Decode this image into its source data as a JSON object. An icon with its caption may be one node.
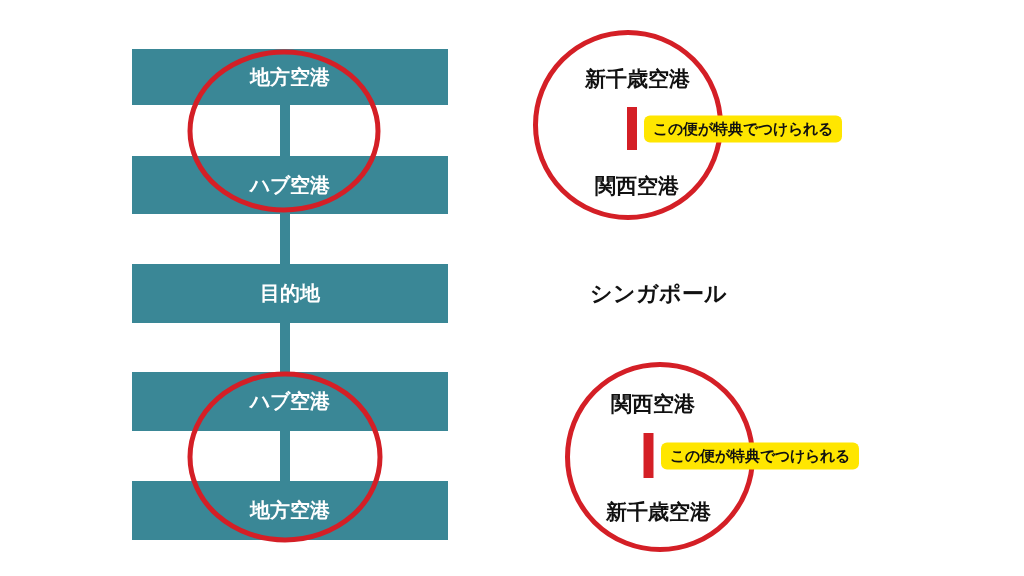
{
  "diagram": {
    "nodes": [
      {
        "text": [
          "地方空港"
        ]
      },
      {
        "text": [
          "ハブ空港"
        ]
      },
      {
        "text": [
          "目的地"
        ]
      },
      {
        "text": [
          "ハブ空港"
        ]
      },
      {
        "text": [
          "地方空港"
        ]
      },
      {
        "text": [],
        "shape": "circle"
      },
      {
        "text": [
          "新千歳空港"
        ],
        "in": 5
      },
      {
        "text": [
          "関西空港"
        ],
        "in": 5
      },
      {
        "text": [],
        "shape": "circle"
      },
      {
        "text": [
          "関西空港"
        ],
        "in": 8
      },
      {
        "text": [
          "新千歳空港"
        ],
        "in": 8
      }
    ],
    "edges": [
      {
        "from": 0,
        "to": 1,
        "arrow": "none"
      },
      {
        "from": 1,
        "to": 2,
        "arrow": "none"
      },
      {
        "from": 2,
        "to": 3,
        "arrow": "none"
      },
      {
        "from": 3,
        "to": 4,
        "arrow": "none"
      },
      {
        "from": 6,
        "to": 7,
        "arrow": "none",
        "label": "この便が特典でつけられる",
        "color": "#d41f26"
      },
      {
        "from": 9,
        "to": 10,
        "arrow": "none",
        "label": "この便が特典でつけられる",
        "color": "#d41f26"
      }
    ],
    "labels": [
      "シンガポール"
    ]
  }
}
